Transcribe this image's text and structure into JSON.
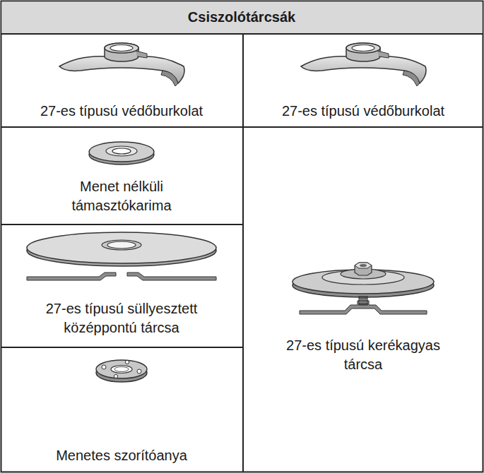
{
  "diagram": {
    "title": "Csiszolótárcsák",
    "labels": [
      "27-es típusú védőburkolat",
      "27-es típusú védőburkolat",
      "Menet nélküli támasztókarima",
      "27-es típusú kerékagyas tárcsa",
      "27-es típusú süllyesztett középpontú tárcsa",
      "Menetes szorítóanya"
    ]
  }
}
